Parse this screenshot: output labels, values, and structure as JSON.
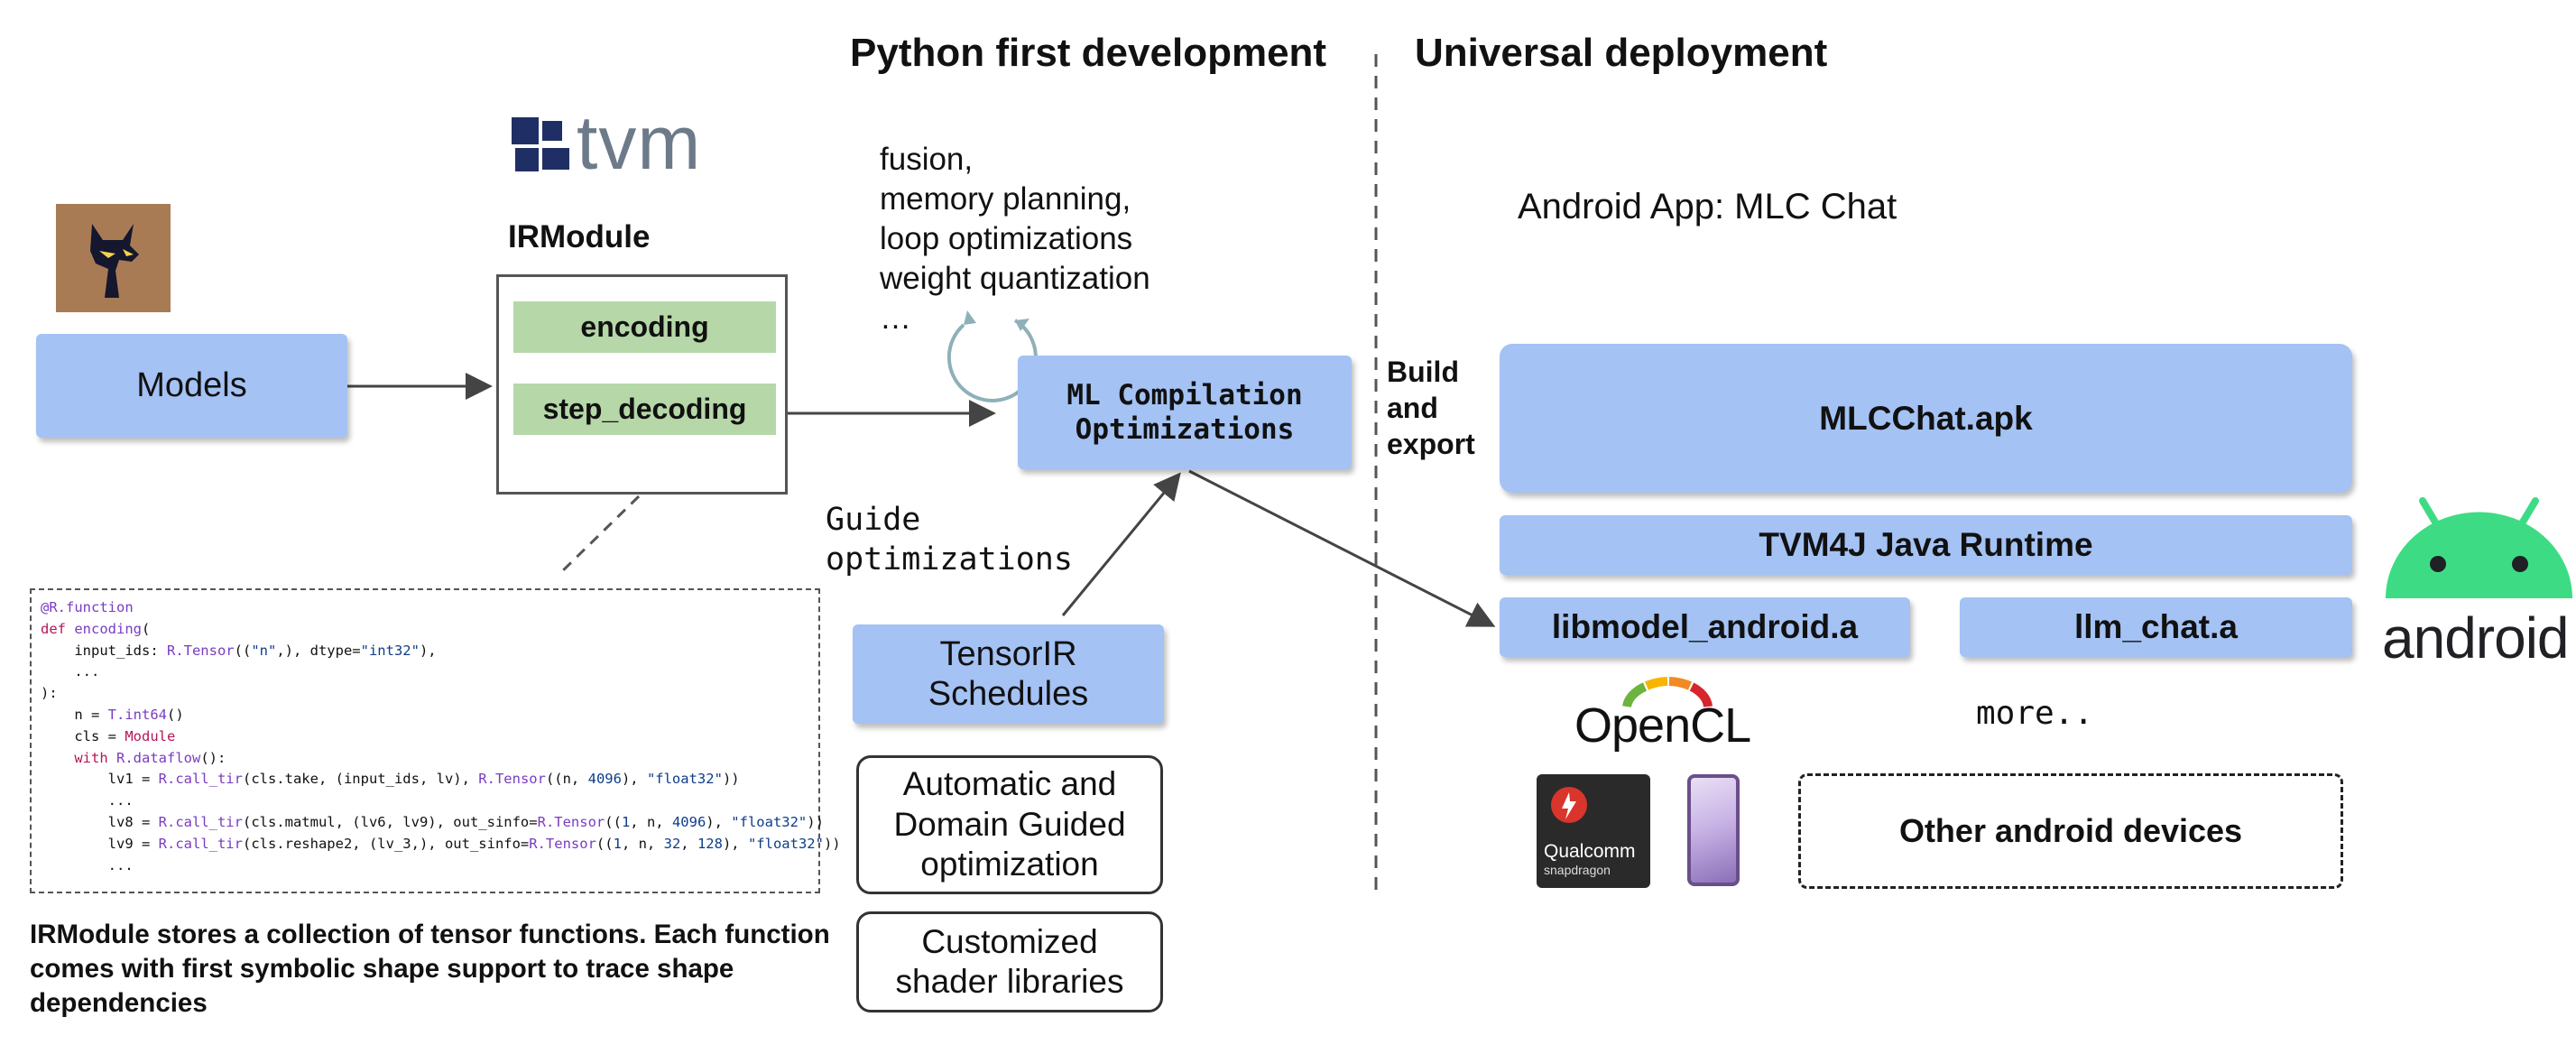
{
  "headings": {
    "python_first": "Python first development",
    "universal": "Universal deployment"
  },
  "tvm_logo_text": "tvm",
  "irmodule": {
    "title": "IRModule",
    "functions": [
      "encoding",
      "step_decoding"
    ],
    "caption": "IRModule stores a collection of tensor functions. Each function comes with first symbolic shape support to trace shape dependencies"
  },
  "models_label": "Models",
  "optimizations_list": [
    "fusion,",
    "memory planning,",
    "loop optimizations",
    "weight quantization",
    "…"
  ],
  "ml_compilation": "ML Compilation\nOptimizations",
  "guide_label": "Guide\noptimizations",
  "tensorir": "TensorIR\nSchedules",
  "auto_opt": "Automatic and\nDomain Guided\noptimization",
  "shader_libs": "Customized\nshader libraries",
  "build_export": "Build\nand\nexport",
  "android_app_title": "Android App: MLC Chat",
  "mlcchat_apk": "MLCChat.apk",
  "tvm4j": "TVM4J Java Runtime",
  "libmodel": "libmodel_android.a",
  "llm_chat": "llm_chat.a",
  "more": "more..",
  "opencl": "OpenCL",
  "qualcomm": "Qualcomm",
  "snapdragon": "snapdragon",
  "other_devices": "Other android devices",
  "android_word": "android",
  "code_lines": [
    [
      [
        "c-dec",
        "@R.function"
      ]
    ],
    [
      [
        "c-kw",
        "def "
      ],
      [
        "c-fn",
        "encoding"
      ],
      [
        "c-plain",
        "("
      ]
    ],
    [
      [
        "c-plain",
        "    input_ids: "
      ],
      [
        "c-fn",
        "R.Tensor"
      ],
      [
        "c-plain",
        "(("
      ],
      [
        "c-str",
        "\"n\""
      ],
      [
        "c-plain",
        ",), dtype="
      ],
      [
        "c-str",
        "\"int32\""
      ],
      [
        "c-plain",
        "),"
      ]
    ],
    [
      [
        "c-plain",
        "    ..."
      ]
    ],
    [
      [
        "c-plain",
        "):"
      ]
    ],
    [
      [
        "c-plain",
        "    n = "
      ],
      [
        "c-fn",
        "T.int64"
      ],
      [
        "c-plain",
        "()"
      ]
    ],
    [
      [
        "c-plain",
        "    cls = "
      ],
      [
        "c-kw",
        "Module"
      ]
    ],
    [
      [
        "c-plain",
        "    "
      ],
      [
        "c-kw",
        "with "
      ],
      [
        "c-fn",
        "R.dataflow"
      ],
      [
        "c-plain",
        "():"
      ]
    ],
    [
      [
        "c-plain",
        "        lv1 = "
      ],
      [
        "c-fn",
        "R.call_tir"
      ],
      [
        "c-plain",
        "(cls.take, (input_ids, lv), "
      ],
      [
        "c-fn",
        "R.Tensor"
      ],
      [
        "c-plain",
        "((n, "
      ],
      [
        "c-num",
        "4096"
      ],
      [
        "c-plain",
        "), "
      ],
      [
        "c-str",
        "\"float32\""
      ],
      [
        "c-plain",
        "))"
      ]
    ],
    [
      [
        "c-plain",
        "        ..."
      ]
    ],
    [
      [
        "c-plain",
        "        lv8 = "
      ],
      [
        "c-fn",
        "R.call_tir"
      ],
      [
        "c-plain",
        "(cls.matmul, (lv6, lv9), out_sinfo="
      ],
      [
        "c-fn",
        "R.Tensor"
      ],
      [
        "c-plain",
        "(("
      ],
      [
        "c-num",
        "1"
      ],
      [
        "c-plain",
        ", n, "
      ],
      [
        "c-num",
        "4096"
      ],
      [
        "c-plain",
        "), "
      ],
      [
        "c-str",
        "\"float32\""
      ],
      [
        "c-plain",
        "))"
      ]
    ],
    [
      [
        "c-plain",
        "        lv9 = "
      ],
      [
        "c-fn",
        "R.call_tir"
      ],
      [
        "c-plain",
        "(cls.reshape2, (lv_3,), out_sinfo="
      ],
      [
        "c-fn",
        "R.Tensor"
      ],
      [
        "c-plain",
        "(("
      ],
      [
        "c-num",
        "1"
      ],
      [
        "c-plain",
        ", n, "
      ],
      [
        "c-num",
        "32"
      ],
      [
        "c-plain",
        ", "
      ],
      [
        "c-num",
        "128"
      ],
      [
        "c-plain",
        "), "
      ],
      [
        "c-str",
        "\"float32\""
      ],
      [
        "c-plain",
        "))"
      ]
    ],
    [
      [
        "c-plain",
        "        ..."
      ]
    ]
  ],
  "colors": {
    "box_blue": "#a4c2f4",
    "box_green": "#b6d7a8",
    "android_green": "#3ddc84",
    "tvm_navy": "#1f2f66",
    "tvm_gray": "#6c7a89"
  }
}
